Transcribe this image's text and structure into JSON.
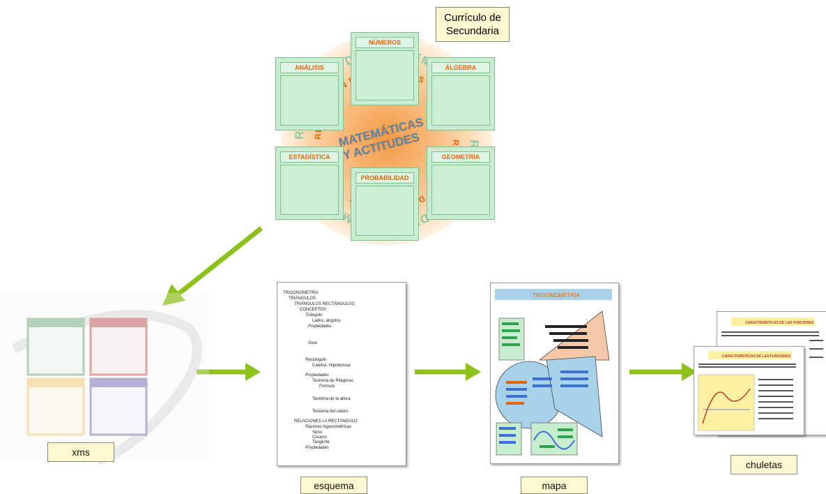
{
  "header": {
    "title_line1": "Currículo de",
    "title_line2": "Secundaria"
  },
  "circle": {
    "center_line1": "MATEMÁTICAS",
    "center_line2": "Y ACTITUDES",
    "ring_text": "RESOLUCIÓN DE PROBLEMAS"
  },
  "subjects": [
    "NÚMEROS",
    "ÁLGEBRA",
    "GEOMETRÍA",
    "PROBABILIDAD",
    "ESTADÍSTICA",
    "ANÁLISIS"
  ],
  "steps": {
    "xms": "xms",
    "esquema": "esquema",
    "mapa": "mapa",
    "chuletas": "chuletas"
  },
  "outline": {
    "items": [
      "TRIGONOMETRÍA",
      "TRIÁNGULOS",
      "TRIÁNGULOS RECTÁNGULOS",
      "CONCEPTOS",
      "Triángulo",
      "Lados, ángulos",
      "Propiedades",
      "Área",
      "Rectángulo",
      "Catetos, Hipotenusa",
      "Propiedades",
      "Teorema de Pitágoras",
      "Fórmula",
      "Teorema de la altura",
      "Teorema del cateto",
      "RELACIONES LA RECTÁNGULO",
      "Razones trigonométricas",
      "Seno",
      "Coseno",
      "Tangente",
      "Propiedades"
    ]
  },
  "map_doc": {
    "title": "TRIGONOMETRÍA"
  },
  "cheat_doc": {
    "title": "CARACTERÍSTICAS DE LAS FUNCIONES"
  },
  "colors": {
    "arrow_green": "#8cc21a",
    "card_green": "#c8eccf",
    "orange": "#e2660b",
    "label_bg": "#fdf8d0",
    "map_blue": "#a8d2ea"
  }
}
